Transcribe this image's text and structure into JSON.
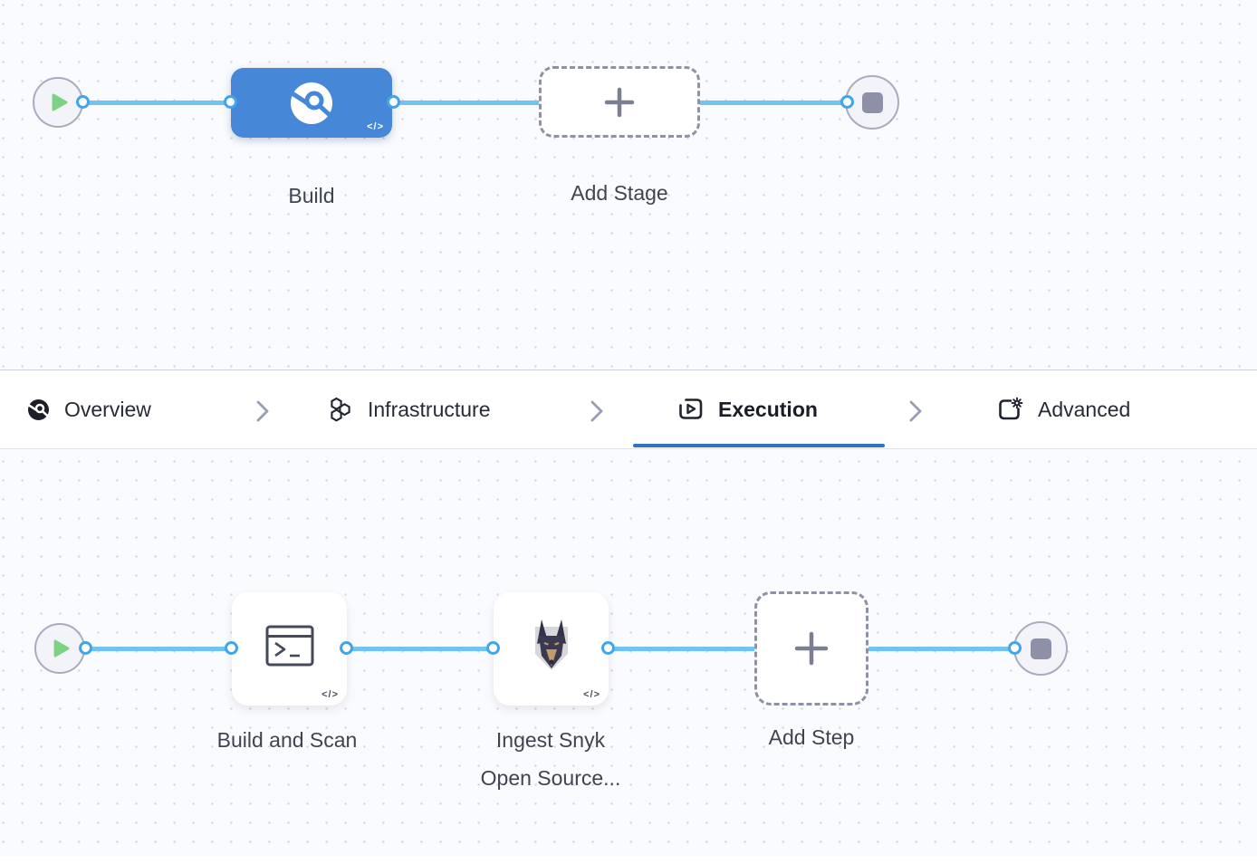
{
  "stage_pipeline": {
    "stage": {
      "label": "Build",
      "code_badge": "</>"
    },
    "add_stage_label": "Add Stage"
  },
  "tab_bar": {
    "tabs": [
      {
        "label": "Overview",
        "active": false
      },
      {
        "label": "Infrastructure",
        "active": false
      },
      {
        "label": "Execution",
        "active": true
      },
      {
        "label": "Advanced",
        "active": false
      }
    ]
  },
  "step_pipeline": {
    "steps": [
      {
        "label": "Build and Scan",
        "code_badge": "</>"
      },
      {
        "label_line1": "Ingest Snyk",
        "label_line2": "Open Source...",
        "code_badge": "</>"
      }
    ],
    "add_step_label": "Add Step"
  },
  "icons": {
    "start": "play-triangle",
    "end": "stop-square",
    "stage_build": "ci-scan-disc",
    "add": "plus",
    "step_run": "terminal-window",
    "step_snyk": "snyk-doberman-logo",
    "tab_overview": "ci-disc",
    "tab_infrastructure": "hexagons",
    "tab_execution": "play-square",
    "tab_advanced": "square-gear",
    "tab_separator": "chevron-right"
  },
  "colors": {
    "edge_blue": "#6fc4f1",
    "connector_blue": "#41a5ec",
    "stage_blue": "#4787d8",
    "active_tab_underline": "#2e74c6",
    "play_green": "#7ed284",
    "stop_square_gray": "#8e90a7",
    "canvas_background": "#fafbfe",
    "dashed_border": "#8f91a6"
  }
}
